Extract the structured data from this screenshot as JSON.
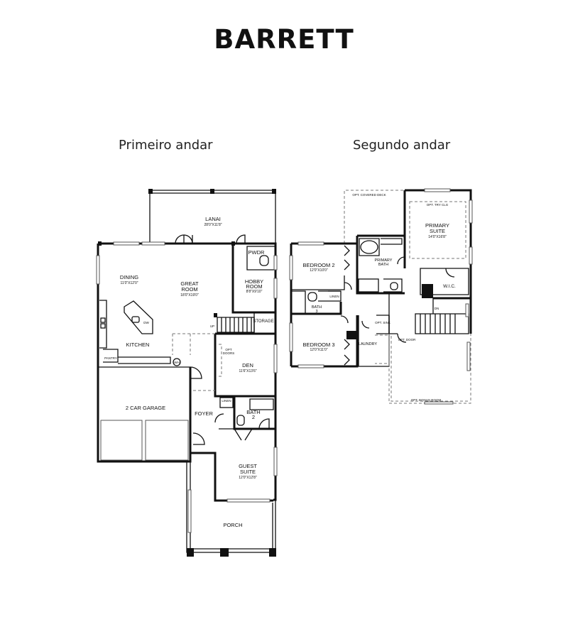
{
  "title": "BARRETT",
  "floors": {
    "first": "Primeiro andar",
    "second": "Segundo andar"
  },
  "first_floor_rooms": {
    "lanai": "LANAI",
    "lanai_dim": "28'0\"X11'8\"",
    "dining": "DINING",
    "dining_dim": "11'0\"X12'0\"",
    "great_room_1": "GREAT",
    "great_room_2": "ROOM",
    "great_room_dim": "18'0\"X19'0\"",
    "pwdr": "PWDR",
    "hobby_1": "HOBBY",
    "hobby_2": "ROOM",
    "hobby_dim": "8'8\"X9'10\"",
    "storage": "STORAGE",
    "up": "UP",
    "kitchen": "KITCHEN",
    "pantry": "PANTRY",
    "opt_doors_1": "OPT",
    "opt_doors_2": "DOORS",
    "den": "DEN",
    "den_dim": "11'6\"X13'6\"",
    "garage": "2 CAR GARAGE",
    "foyer": "FOYER",
    "linen": "LINEN",
    "bath2_1": "BATH",
    "bath2_2": "2",
    "guest_1": "GUEST",
    "guest_2": "SUITE",
    "guest_dim": "12'0\"X12'8\"",
    "porch": "PORCH",
    "dw": "DW",
    "wh": "WH"
  },
  "second_floor_rooms": {
    "covered_deck": "OPT. COVERED DECK",
    "tray_clg": "OPT. TRY CLG",
    "primary_suite_1": "PRIMARY",
    "primary_suite_2": "SUITE",
    "primary_suite_dim": "14'0\"X16'8\"",
    "bedroom2": "BEDROOM 2",
    "bedroom2_dim": "12'0\"X10'0\"",
    "primary_bath_1": "PRIMARY",
    "primary_bath_2": "BATH",
    "wic": "W.I.C.",
    "linen": "LINEN",
    "bath3_1": "BATH",
    "bath3_2": "3",
    "dn": "DN",
    "bedroom3": "BEDROOM 3",
    "bedroom3_dim": "12'0\"X11'0\"",
    "laundry": "LAUNDRY",
    "opt_sink": "OPT. SINK",
    "opt_door": "OPT. DOOR",
    "bonus_room": "OPT. BONUS ROOM"
  }
}
